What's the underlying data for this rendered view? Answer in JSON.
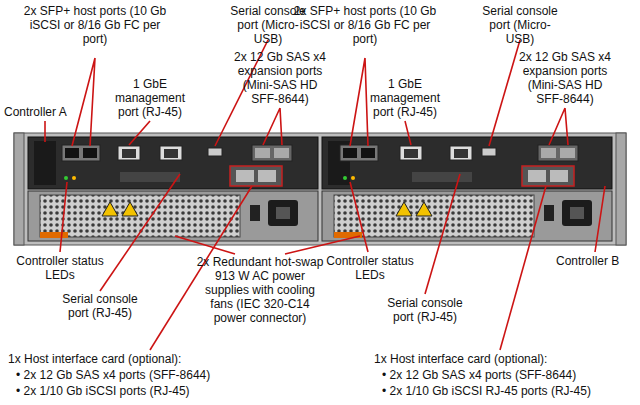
{
  "diagram": {
    "labels": [
      "2x SFP+ host ports (10 Gb iSCSI or 8/16 Gb FC per port)",
      "Serial console port (Micro-USB)",
      "2x SFP+ host ports (10 Gb iSCSI or 8/16 Gb FC per port)",
      "Serial console port (Micro-USB)",
      "1 GbE management port (RJ-45)",
      "2x 12 Gb SAS x4 expansion ports (Mini-SAS HD SFF-8644)",
      "1 GbE management port (RJ-45)",
      "2x 12 Gb SAS x4 expansion ports (Mini-SAS HD SFF-8644)",
      "Controller A",
      "Controller status LEDs",
      "2x Redundant hot-swap 913 W AC power supplies with cooling fans (IEC 320-C14 power connector)",
      "Controller status LEDs",
      "Controller B",
      "Serial console port (RJ-45)",
      "Serial console port (RJ-45)",
      "1x Host interface card (optional):",
      "• 2x 12 Gb SAS x4 ports (SFF-8644)",
      "• 2x 1/10 Gb iSCSI ports (RJ-45)",
      "1x Host interface card (optional):",
      "• 2x 12 Gb SAS x4 ports (SFF-8644)",
      "• 2x 1/10 Gb iSCSI RJ-45 ports (RJ-45)"
    ]
  }
}
